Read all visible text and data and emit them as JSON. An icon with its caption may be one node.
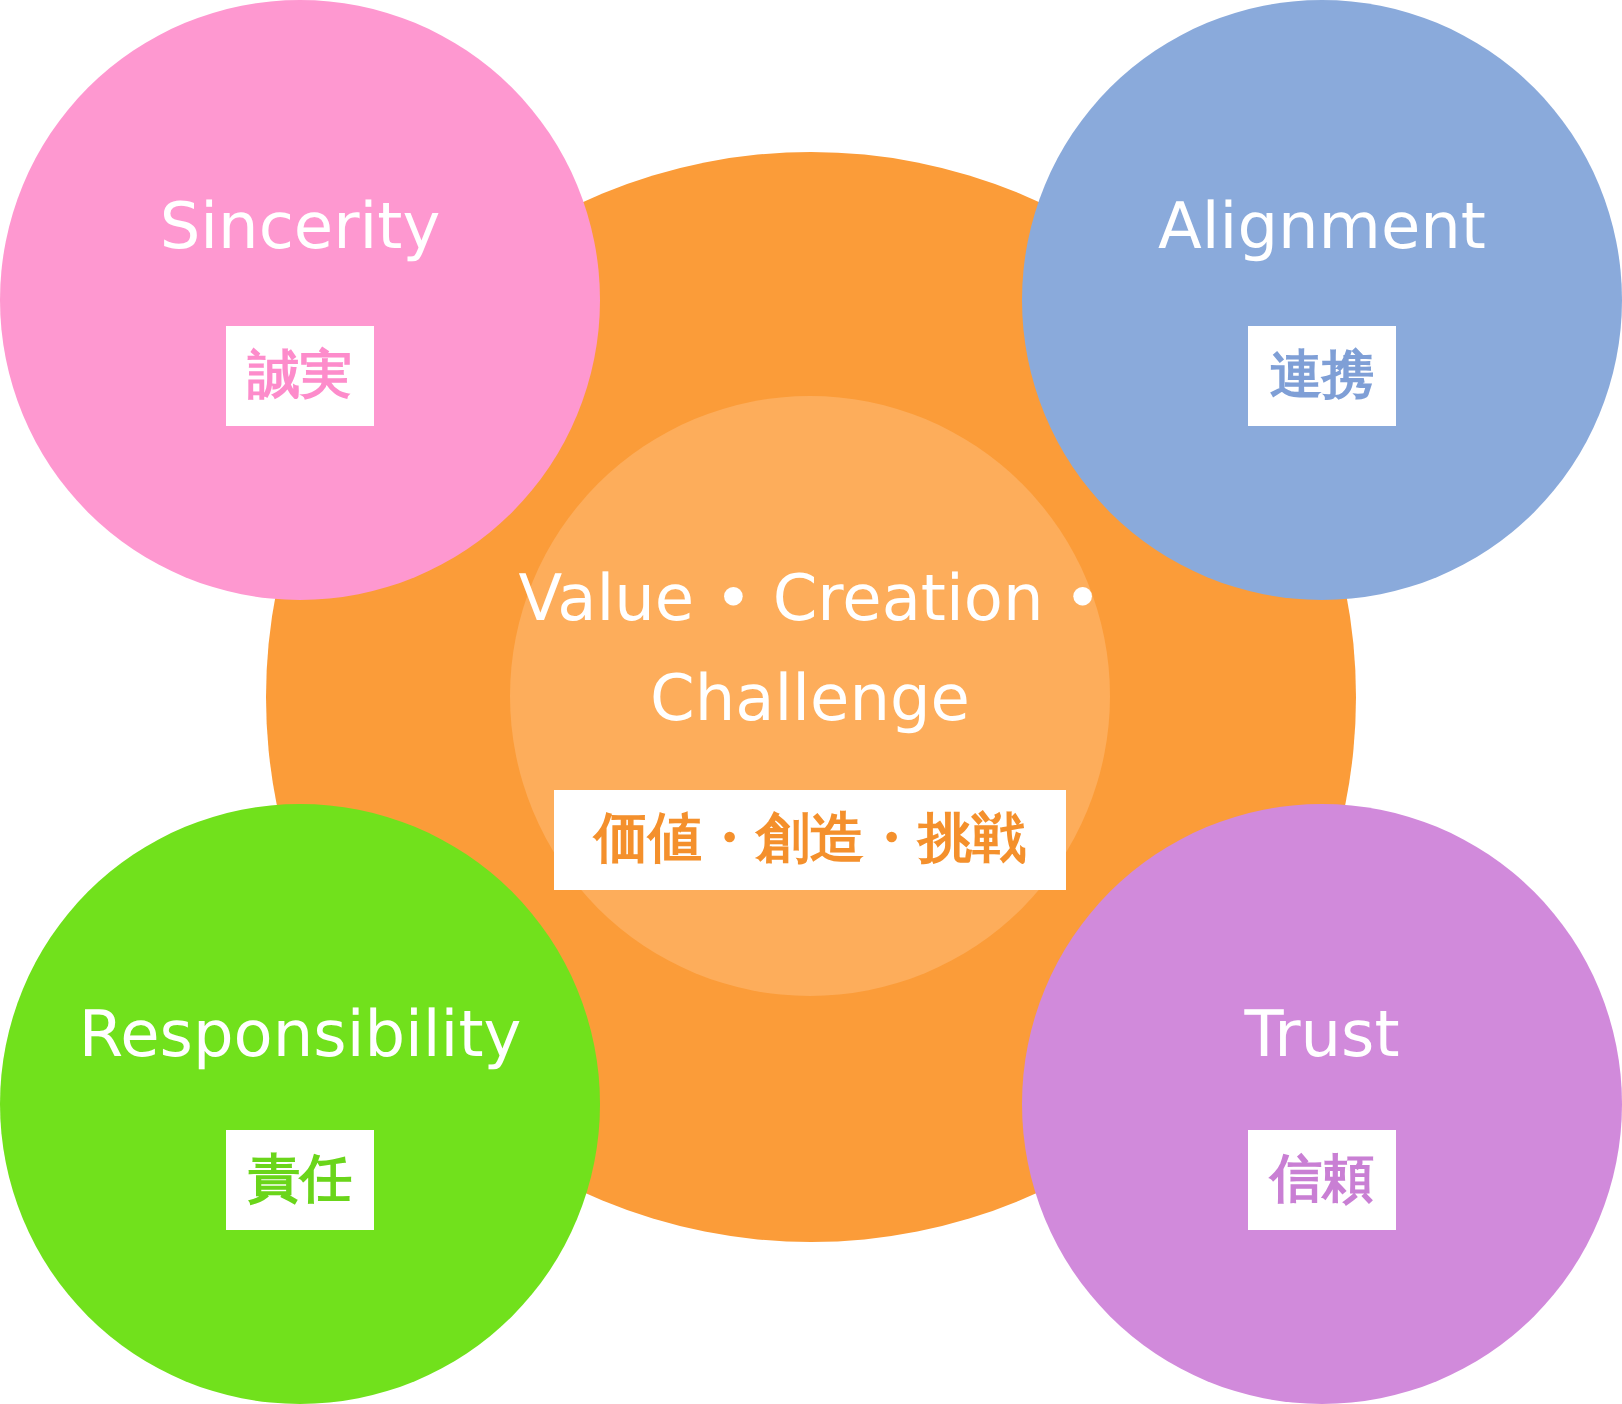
{
  "diagram": {
    "nodes": [
      {
        "text": [
          "Sincerity",
          "誠実"
        ]
      },
      {
        "text": [
          "Alignment",
          "連携"
        ]
      },
      {
        "text": [],
        "shape": "circle"
      },
      {
        "text": [
          "Value • Creation • Challenge",
          "価値・創造・挑戦"
        ],
        "in": 2
      },
      {
        "text": [
          "Responsibility",
          "責任"
        ]
      },
      {
        "text": [
          "Trust",
          "信頼"
        ]
      }
    ]
  }
}
